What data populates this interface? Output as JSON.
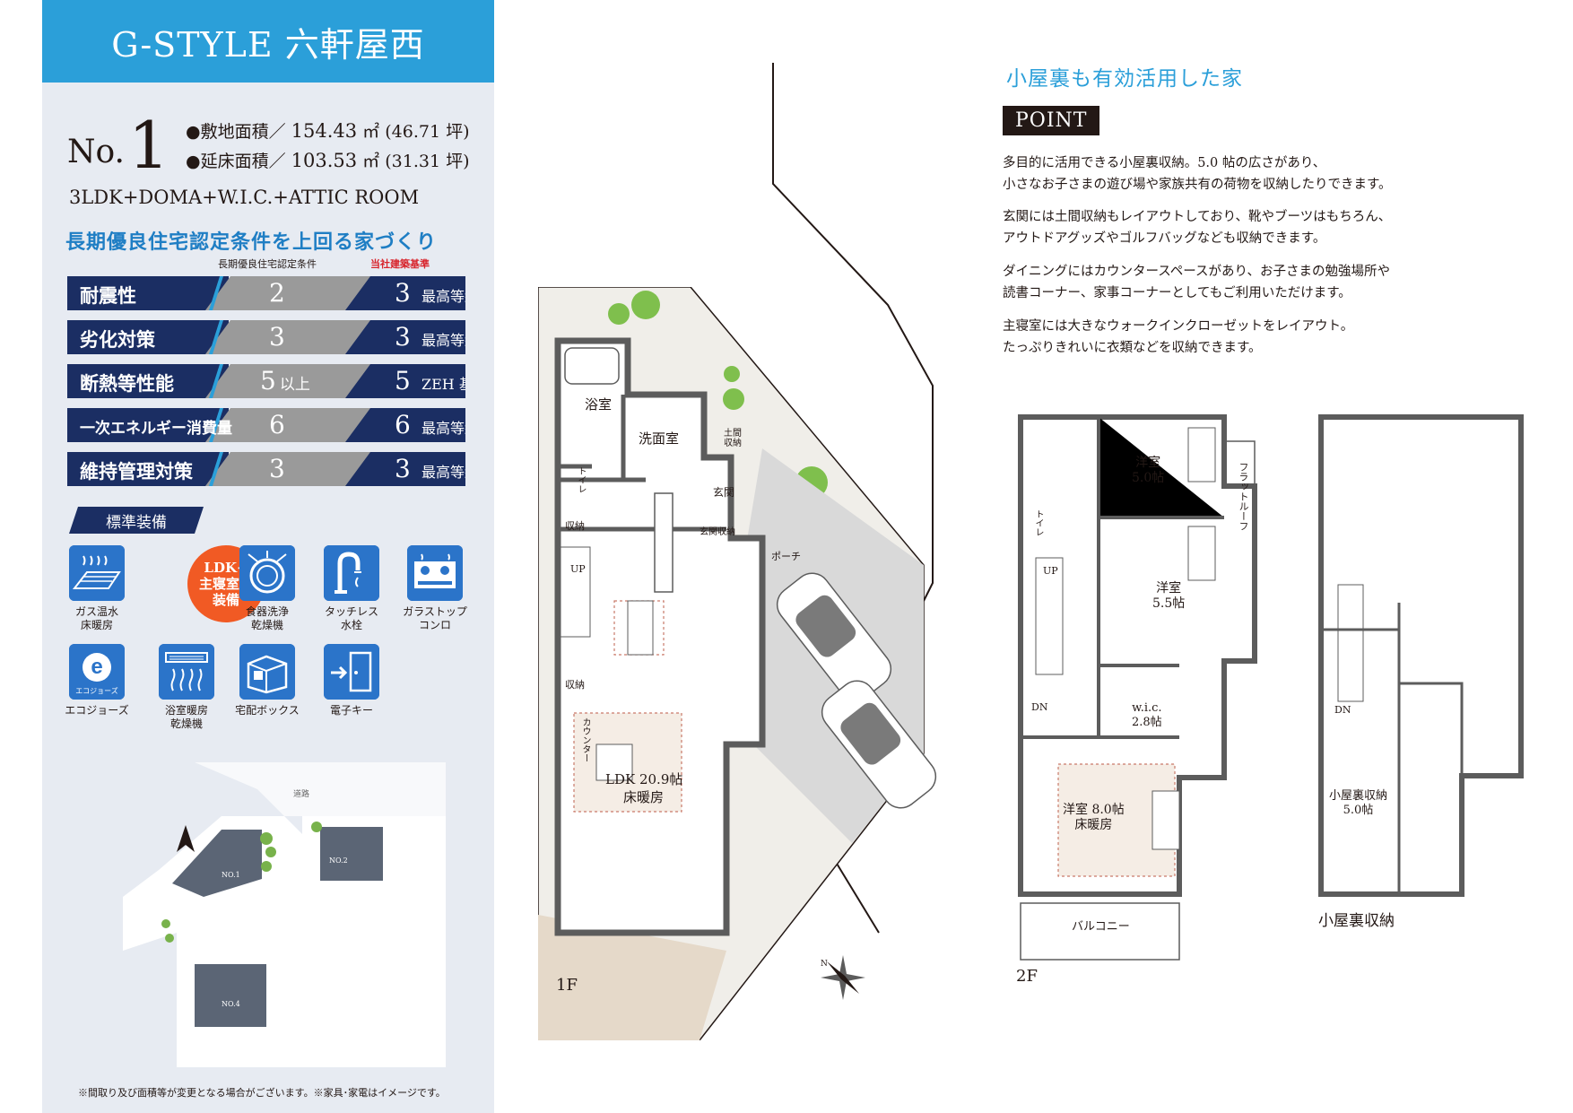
{
  "header": {
    "title": "G-STYLE 六軒屋西"
  },
  "lot": {
    "prefix": "No.",
    "number": "1"
  },
  "areas": [
    {
      "label": "●敷地面積／",
      "value": "154.43",
      "unit": "㎡",
      "tsubo": "(46.71 坪)"
    },
    {
      "label": "●延床面積／",
      "value": "103.53",
      "unit": "㎡",
      "tsubo": "(31.31 坪)"
    }
  ],
  "layout_type": "3LDK+DOMA+W.I.C.+ATTIC ROOM",
  "performance": {
    "heading": "長期優良住宅認定条件を上回る家づくり",
    "col_standard": "長期優良住宅認定条件",
    "col_ours": "当社建築基準",
    "rows": [
      {
        "label": "耐震性",
        "standard": "2",
        "standard_suffix": "",
        "ours": "3",
        "grade": "最高等級"
      },
      {
        "label": "劣化対策",
        "standard": "3",
        "standard_suffix": "",
        "ours": "3",
        "grade": "最高等級"
      },
      {
        "label": "断熱等性能",
        "standard": "5",
        "standard_suffix": "以上",
        "ours": "5",
        "grade": "ZEH 基準"
      },
      {
        "label": "一次エネルギー消費量",
        "standard": "6",
        "standard_suffix": "",
        "ours": "6",
        "grade": "最高等級"
      },
      {
        "label": "維持管理対策",
        "standard": "3",
        "standard_suffix": "",
        "ours": "3",
        "grade": "最高等級"
      }
    ]
  },
  "equipment": {
    "heading": "標準装備",
    "badge": "LDK+\n主寝室に\n装備",
    "items": [
      {
        "icon": "floor-heating-icon",
        "label": "ガス温水\n床暖房"
      },
      {
        "icon": "dishwasher-icon",
        "label": "食器洗浄\n乾燥機"
      },
      {
        "icon": "touchless-faucet-icon",
        "label": "タッチレス\n水栓"
      },
      {
        "icon": "gas-stove-icon",
        "label": "ガラストップ\nコンロ"
      },
      {
        "icon": "ecojozu-icon",
        "label": "エコジョーズ",
        "icon_text": "e",
        "icon_sub": "エコジョーズ"
      },
      {
        "icon": "bathroom-dryer-icon",
        "label": "浴室暖房\n乾燥機"
      },
      {
        "icon": "delivery-box-icon",
        "label": "宅配ボックス"
      },
      {
        "icon": "electronic-key-icon",
        "label": "電子キー"
      }
    ]
  },
  "siteplan": {
    "road": "道路",
    "lots": [
      "NO.1",
      "NO.2",
      "NO.4"
    ]
  },
  "sidebar_note": "※間取り及び面積等が変更となる場合がございます。※家具･家電はイメージです。",
  "floor1": {
    "tag": "1F",
    "rooms": {
      "bath": "浴室",
      "washroom": "洗面室",
      "toilet": "トイレ",
      "doma_storage": "土間\n収納",
      "entrance": "玄関",
      "entrance_storage": "玄関収納",
      "storage1": "収納",
      "storage2": "収納",
      "porch": "ポーチ",
      "up": "UP",
      "counter": "カウンター",
      "ldk": "LDK 20.9帖",
      "ldk_sub": "床暖房"
    }
  },
  "floor2": {
    "tag": "2F",
    "rooms": {
      "room1": "洋室",
      "room1_size": "5.0帖",
      "room2": "洋室",
      "room2_size": "5.5帖",
      "flat_roof": "フラットルーフ",
      "toilet": "トイレ",
      "up": "UP",
      "dn": "DN",
      "wic": "w.i.c.",
      "wic_size": "2.8帖",
      "master": "洋室 8.0帖",
      "master_sub": "床暖房",
      "balcony": "バルコニー"
    }
  },
  "attic": {
    "tag": "小屋裏収納",
    "dn": "DN",
    "room": "小屋裏収納",
    "room_size": "5.0帖"
  },
  "compass": {
    "label": "N"
  },
  "right": {
    "title": "小屋裏も有効活用した家",
    "point_tag": "POINT",
    "paragraphs": [
      "多目的に活用できる小屋裏収納。5.0 帖の広さがあり、\n小さなお子さまの遊び場や家族共有の荷物を収納したりできます。",
      "玄関には土間収納もレイアウトしており、靴やブーツはもちろん、\nアウトドアグッズやゴルフバッグなども収納できます。",
      "ダイニングにはカウンタースペースがあり、お子さまの勉強場所や\n読書コーナー、家事コーナーとしてもご利用いただけます。",
      "主寝室には大きなウォークインクローゼットをレイアウト。\nたっぷりきれいに衣類などを収納できます。"
    ]
  },
  "colors": {
    "accent_blue": "#2b9fd9",
    "navy": "#1b2e63",
    "gray": "#9a9a9a",
    "sidebar_bg": "#e7ebf2",
    "badge_orange": "#f15a24",
    "red": "#d8242c"
  }
}
